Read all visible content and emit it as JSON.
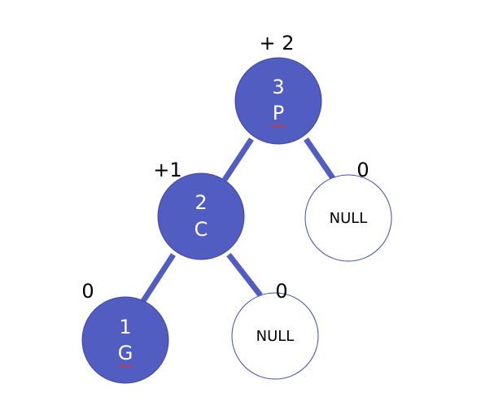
{
  "colors": {
    "node_fill": "#515DC0",
    "node_stroke": "#3E479B",
    "edge": "#515DC0",
    "null_fill": "#FFFFFF",
    "null_stroke": "#3E4CB8",
    "spellcheck_underline": "#E0332E"
  },
  "tree": {
    "nodes": [
      {
        "id": "p",
        "type": "key",
        "number": "3",
        "letter": "P",
        "balance": "+ 2",
        "spellcheck": true
      },
      {
        "id": "c",
        "type": "key",
        "number": "2",
        "letter": "C",
        "balance": "+1",
        "spellcheck": false
      },
      {
        "id": "g",
        "type": "key",
        "number": "1",
        "letter": "G",
        "balance": "0",
        "spellcheck": true
      },
      {
        "id": "null-right-of-p",
        "type": "null",
        "label": "NULL",
        "balance": "0"
      },
      {
        "id": "null-right-of-c",
        "type": "null",
        "label": "NULL",
        "balance": "0"
      }
    ],
    "edges": [
      {
        "from": "p",
        "to": "c"
      },
      {
        "from": "p",
        "to": "null-right-of-p"
      },
      {
        "from": "c",
        "to": "g"
      },
      {
        "from": "c",
        "to": "null-right-of-c"
      }
    ]
  }
}
